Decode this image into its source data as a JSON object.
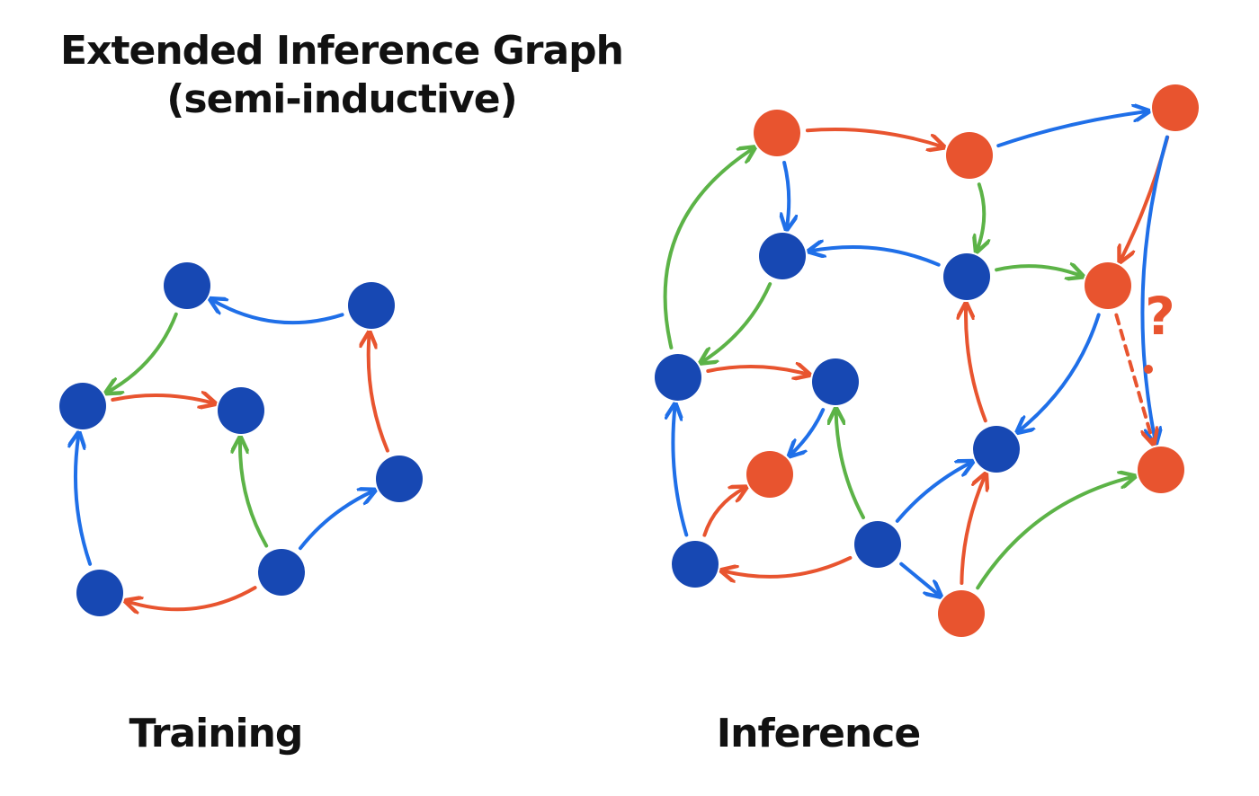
{
  "title": {
    "line1": "Extended Inference Graph",
    "line2": "(semi-inductive)"
  },
  "captions": {
    "training": "Training",
    "inference": "Inference"
  },
  "question_mark": "?",
  "legend_colors": {
    "known_node": "#1748b3",
    "new_node": "#e8542f",
    "edge_red": "#e8542f",
    "edge_green": "#5cb347",
    "edge_blue": "#1f6fe8"
  },
  "training_graph": {
    "nodes": [
      {
        "id": "t1",
        "kind": "known"
      },
      {
        "id": "t2",
        "kind": "known"
      },
      {
        "id": "t3",
        "kind": "known"
      },
      {
        "id": "t4",
        "kind": "known"
      },
      {
        "id": "t5",
        "kind": "known"
      },
      {
        "id": "t6",
        "kind": "known"
      },
      {
        "id": "t7",
        "kind": "known"
      }
    ],
    "edges": [
      {
        "from": "t2",
        "to": "t1",
        "relation": "blue"
      },
      {
        "from": "t1",
        "to": "t3",
        "relation": "green"
      },
      {
        "from": "t3",
        "to": "t4",
        "relation": "red"
      },
      {
        "from": "t6",
        "to": "t3",
        "relation": "blue"
      },
      {
        "from": "t5",
        "to": "t4",
        "relation": "green"
      },
      {
        "from": "t5",
        "to": "t6",
        "relation": "red"
      },
      {
        "from": "t5",
        "to": "t7",
        "relation": "blue"
      },
      {
        "from": "t7",
        "to": "t2",
        "relation": "red"
      }
    ]
  },
  "inference_graph": {
    "nodes": [
      {
        "id": "i1",
        "kind": "new"
      },
      {
        "id": "i2",
        "kind": "new"
      },
      {
        "id": "i3",
        "kind": "new"
      },
      {
        "id": "i4",
        "kind": "known"
      },
      {
        "id": "i5",
        "kind": "known"
      },
      {
        "id": "i6",
        "kind": "new"
      },
      {
        "id": "i7",
        "kind": "known"
      },
      {
        "id": "i8",
        "kind": "known"
      },
      {
        "id": "i9",
        "kind": "new"
      },
      {
        "id": "i10",
        "kind": "known"
      },
      {
        "id": "i11",
        "kind": "known"
      },
      {
        "id": "i12",
        "kind": "new"
      },
      {
        "id": "i13",
        "kind": "known"
      },
      {
        "id": "i14",
        "kind": "new"
      }
    ],
    "edges": [
      {
        "from": "i1",
        "to": "i2",
        "relation": "red"
      },
      {
        "from": "i2",
        "to": "i3",
        "relation": "blue"
      },
      {
        "from": "i1",
        "to": "i4",
        "relation": "blue"
      },
      {
        "from": "i2",
        "to": "i5",
        "relation": "green"
      },
      {
        "from": "i5",
        "to": "i4",
        "relation": "blue"
      },
      {
        "from": "i5",
        "to": "i6",
        "relation": "green"
      },
      {
        "from": "i3",
        "to": "i6",
        "relation": "red"
      },
      {
        "from": "i3",
        "to": "i14",
        "relation": "blue"
      },
      {
        "from": "i4",
        "to": "i7",
        "relation": "green"
      },
      {
        "from": "i7",
        "to": "i1",
        "relation": "green"
      },
      {
        "from": "i7",
        "to": "i8",
        "relation": "red"
      },
      {
        "from": "i8",
        "to": "i9",
        "relation": "blue"
      },
      {
        "from": "i10",
        "to": "i7",
        "relation": "blue"
      },
      {
        "from": "i10",
        "to": "i9",
        "relation": "red"
      },
      {
        "from": "i13",
        "to": "i8",
        "relation": "green"
      },
      {
        "from": "i13",
        "to": "i10",
        "relation": "red"
      },
      {
        "from": "i13",
        "to": "i11",
        "relation": "blue"
      },
      {
        "from": "i11",
        "to": "i5",
        "relation": "red"
      },
      {
        "from": "i6",
        "to": "i11",
        "relation": "blue"
      },
      {
        "from": "i13",
        "to": "i12",
        "relation": "blue"
      },
      {
        "from": "i12",
        "to": "i11",
        "relation": "red"
      },
      {
        "from": "i12",
        "to": "i14",
        "relation": "green"
      },
      {
        "from": "i6",
        "to": "i14",
        "relation": "red",
        "style": "dashed-predicted"
      }
    ]
  }
}
